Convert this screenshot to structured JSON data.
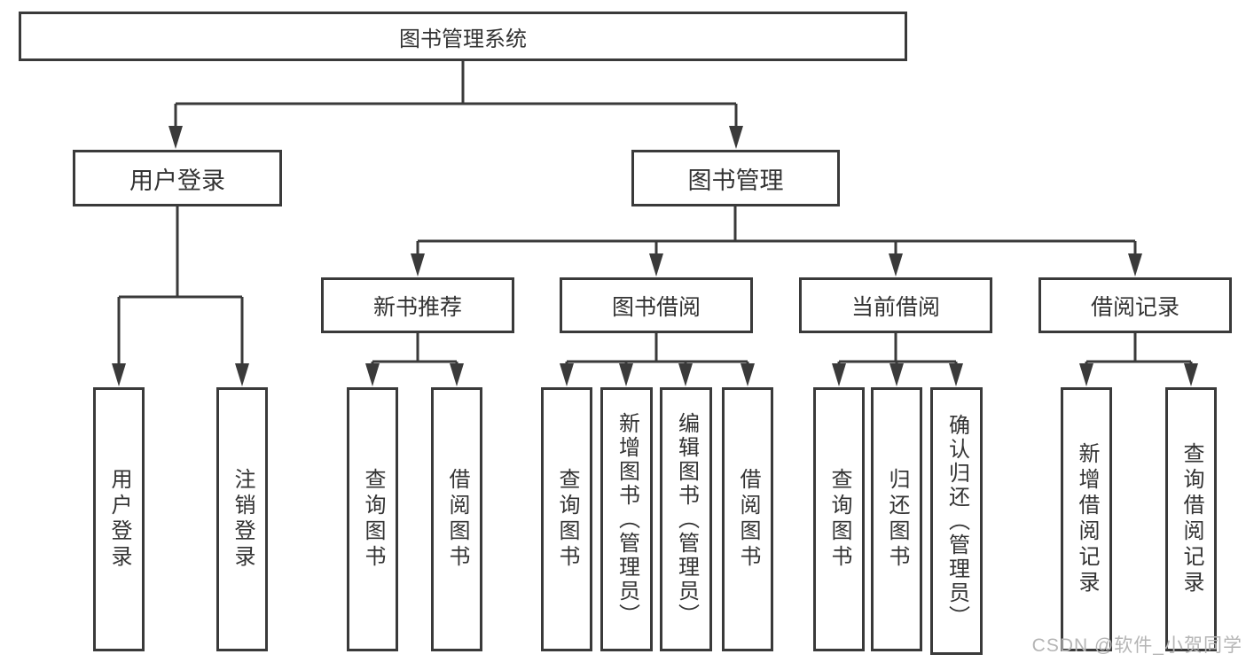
{
  "tree": {
    "label": "图书管理系统",
    "children": [
      {
        "label": "用户登录",
        "children": [
          {
            "label": "用户登录"
          },
          {
            "label": "注销登录"
          }
        ]
      },
      {
        "label": "图书管理",
        "children": [
          {
            "label": "新书推荐",
            "children": [
              {
                "label": "查询图书"
              },
              {
                "label": "借阅图书"
              }
            ]
          },
          {
            "label": "图书借阅",
            "children": [
              {
                "label": "查询图书"
              },
              {
                "label": "新增图书（管理员）"
              },
              {
                "label": "编辑图书（管理员）"
              },
              {
                "label": "借阅图书"
              }
            ]
          },
          {
            "label": "当前借阅",
            "children": [
              {
                "label": "查询图书"
              },
              {
                "label": "归还图书"
              },
              {
                "label": "确认归还（管理员）"
              }
            ]
          },
          {
            "label": "借阅记录",
            "children": [
              {
                "label": "新增借阅记录"
              },
              {
                "label": "查询借阅记录"
              }
            ]
          }
        ]
      }
    ]
  },
  "watermark": "CSDN @软件_小贺同学",
  "colors": {
    "line": "#3a3a3a",
    "text": "#333333",
    "watermark": "#b5b5b5",
    "background": "#ffffff"
  }
}
